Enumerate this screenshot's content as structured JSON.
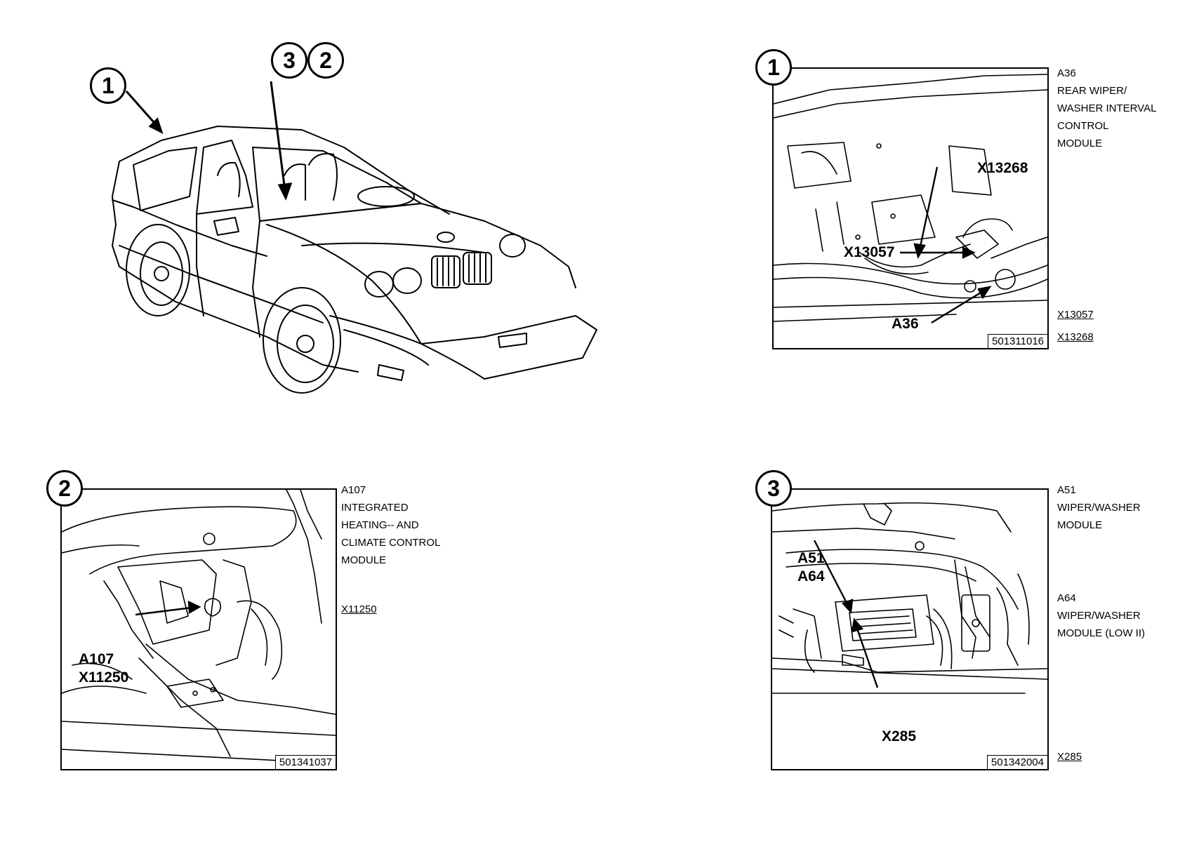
{
  "car": {
    "badge_1": "1",
    "badge_3": "3",
    "badge_2": "2"
  },
  "panel1": {
    "badge": "1",
    "ref": "501311016",
    "callouts": {
      "x13268": "X13268",
      "x13057": "X13057",
      "a36": "A36"
    },
    "legend": [
      "A36",
      "REAR WIPER/",
      "WASHER INTERVAL",
      "CONTROL",
      "MODULE"
    ],
    "connectors": [
      "X13057",
      "X13268"
    ]
  },
  "panel2": {
    "badge": "2",
    "ref": "501341037",
    "callouts": {
      "a107": "A107",
      "x11250": "X11250"
    },
    "legend": [
      "A107",
      "INTEGRATED",
      "HEATING-- AND",
      "CLIMATE CONTROL",
      "MODULE"
    ],
    "connectors": [
      "X11250"
    ]
  },
  "panel3": {
    "badge": "3",
    "ref": "501342004",
    "callouts": {
      "a51": "A51",
      "a64": "A64",
      "x285": "X285"
    },
    "legend_a51": [
      "A51",
      "WIPER/WASHER",
      "MODULE"
    ],
    "legend_a64": [
      "A64",
      "WIPER/WASHER",
      "MODULE (LOW II)"
    ],
    "connectors": [
      "X285"
    ]
  }
}
